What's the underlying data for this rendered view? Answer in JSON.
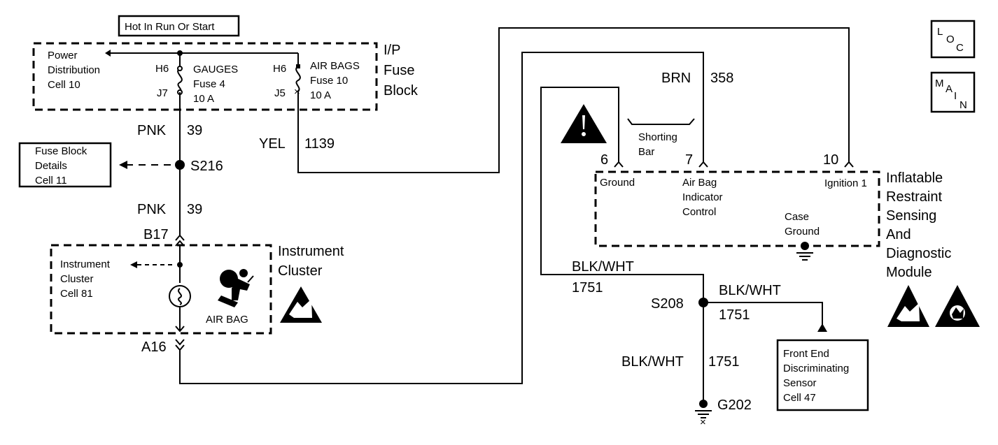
{
  "hot_label": "Hot In Run Or Start",
  "fuse_block": {
    "title_lines": [
      "I/P",
      "Fuse",
      "Block"
    ],
    "power_lines": [
      "Power",
      "Distribution",
      "Cell 10"
    ],
    "gauges_fuse": {
      "top_pin": "H6",
      "bottom_pin": "J7",
      "lines": [
        "GAUGES",
        "Fuse 4",
        "10 A"
      ]
    },
    "airbag_fuse": {
      "top_pin": "H6",
      "bottom_pin": "J5",
      "lines": [
        "AIR BAGS",
        "Fuse 10",
        "10 A"
      ]
    }
  },
  "wires": {
    "pnk_color": "PNK",
    "pnk_circuit": "39",
    "yel_color": "YEL",
    "yel_circuit": "1139",
    "brn_color": "BRN",
    "brn_circuit": "358",
    "blkwht_color": "BLK/WHT",
    "blkwht_circuit": "1751"
  },
  "splices": {
    "s216": "S216",
    "s208": "S208"
  },
  "fuse_details_lines": [
    "Fuse Block",
    "Details",
    "Cell 11"
  ],
  "cluster": {
    "title_lines": [
      "Instrument",
      "Cluster"
    ],
    "ref_lines": [
      "Instrument",
      "Cluster",
      "Cell 81"
    ],
    "airbag_label": "AIR BAG",
    "connector_in": "B17",
    "connector_out": "A16"
  },
  "module": {
    "title_lines": [
      "Inflatable",
      "Restraint",
      "Sensing",
      "And",
      "Diagnostic",
      "Module"
    ],
    "pin_ground": "6",
    "label_ground": "Ground",
    "pin_indicator": "7",
    "label_indicator_lines": [
      "Air Bag",
      "Indicator",
      "Control"
    ],
    "pin_ignition": "10",
    "label_ignition": "Ignition 1",
    "case_ground_lines": [
      "Case",
      "Ground"
    ],
    "shorting_bar_lines": [
      "Shorting",
      "Bar"
    ]
  },
  "front_sensor_lines": [
    "Front End",
    "Discriminating",
    "Sensor",
    "Cell 47"
  ],
  "ground_g202": "G202",
  "loc_letters": [
    "L",
    "O",
    "C"
  ],
  "main_letters": [
    "M",
    "A",
    "I",
    "N"
  ],
  "icons": [
    "warning-icon",
    "esd-icon",
    "airbag-indicator-icon",
    "ground-icon"
  ]
}
